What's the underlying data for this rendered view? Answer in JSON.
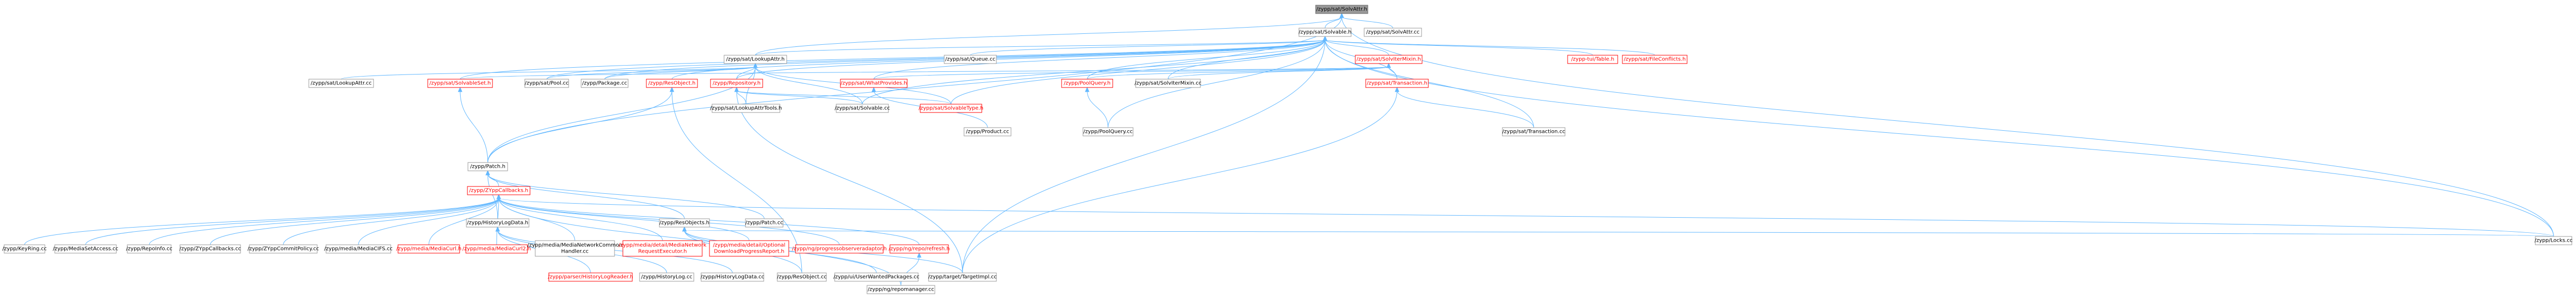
{
  "diagram": {
    "nodes": [
      {
        "id": "n_solvattr_h",
        "label": "/zypp/sat/SolvAttr.h",
        "style": "root",
        "interactable": false
      },
      {
        "id": "n_solvable_h",
        "label": "/zypp/sat/Solvable.h",
        "style": "plain"
      },
      {
        "id": "n_solvattr_cc",
        "label": "/zypp/sat/SolvAttr.cc",
        "style": "plain"
      },
      {
        "id": "n_patch_h",
        "label": "/zypp/Patch.h",
        "style": "plain"
      },
      {
        "id": "n_locks_cc",
        "label": "/zypp/Locks.cc",
        "style": "plain"
      },
      {
        "id": "n_lookupattr_h",
        "label": "/zypp/sat/LookupAttr.h",
        "style": "plain"
      },
      {
        "id": "n_queue_cc",
        "label": "/zypp/sat/Queue.cc",
        "style": "plain"
      },
      {
        "id": "n_solvitermixin_h",
        "label": "/zypp/sat/SolvIterMixin.h",
        "style": "red"
      },
      {
        "id": "n_tui_table",
        "label": "/zypp-tui/Table.h",
        "style": "red"
      },
      {
        "id": "n_fileconflicts",
        "label": "/zypp/sat/FileConflicts.h",
        "style": "red"
      },
      {
        "id": "n_lookupattr_cc",
        "label": "/zypp/sat/LookupAttr.cc",
        "style": "plain"
      },
      {
        "id": "n_solvableset_h",
        "label": "/zypp/sat/SolvableSet.h",
        "style": "red"
      },
      {
        "id": "n_pool_cc",
        "label": "/zypp/sat/Pool.cc",
        "style": "plain"
      },
      {
        "id": "n_package_cc",
        "label": "/zypp/Package.cc",
        "style": "plain"
      },
      {
        "id": "n_resobject_h",
        "label": "/zypp/ResObject.h",
        "style": "red"
      },
      {
        "id": "n_repository_h",
        "label": "/zypp/Repository.h",
        "style": "red"
      },
      {
        "id": "n_whatprovides_h",
        "label": "/zypp/sat/WhatProvides.h",
        "style": "red"
      },
      {
        "id": "n_poolquery_h",
        "label": "/zypp/PoolQuery.h",
        "style": "red"
      },
      {
        "id": "n_solvitermixin_cc",
        "label": "/zypp/sat/SolvIterMixin.cc",
        "style": "plain"
      },
      {
        "id": "n_transaction_h",
        "label": "/zypp/sat/Transaction.h",
        "style": "red"
      },
      {
        "id": "n_lookupattrtools_h",
        "label": "/zypp/sat/LookupAttrTools.h",
        "style": "plain"
      },
      {
        "id": "n_solvable_cc",
        "label": "/zypp/sat/Solvable.cc",
        "style": "plain"
      },
      {
        "id": "n_solvabletype_h",
        "label": "/zypp/sat/SolvableType.h",
        "style": "red"
      },
      {
        "id": "n_product_cc",
        "label": "/zypp/Product.cc",
        "style": "plain"
      },
      {
        "id": "n_poolquery_cc",
        "label": "/zypp/PoolQuery.cc",
        "style": "plain"
      },
      {
        "id": "n_transaction_cc",
        "label": "/zypp/sat/Transaction.cc",
        "style": "plain"
      },
      {
        "id": "n_zyppcallbacks_h",
        "label": "/zypp/ZYppCallbacks.h",
        "style": "red"
      },
      {
        "id": "n_historylogdata_h",
        "label": "/zypp/HistoryLogData.h",
        "style": "plain"
      },
      {
        "id": "n_resobjects_h",
        "label": "/zypp/ResObjects.h",
        "style": "plain"
      },
      {
        "id": "n_patch_cc",
        "label": "/zypp/Patch.cc",
        "style": "plain"
      },
      {
        "id": "n_keyring_cc",
        "label": "/zypp/KeyRing.cc",
        "style": "plain"
      },
      {
        "id": "n_mediasetaccess_cc",
        "label": "/zypp/MediaSetAccess.cc",
        "style": "plain"
      },
      {
        "id": "n_repoinfo_cc",
        "label": "/zypp/RepoInfo.cc",
        "style": "plain"
      },
      {
        "id": "n_zyppcallbacks_cc",
        "label": "/zypp/ZYppCallbacks.cc",
        "style": "plain"
      },
      {
        "id": "n_zyppcommitpolicy_cc",
        "label": "/zypp/ZYppCommitPolicy.cc",
        "style": "plain"
      },
      {
        "id": "n_mediacifs_cc",
        "label": "/zypp/media/MediaCIFS.cc",
        "style": "plain"
      },
      {
        "id": "n_mediacurl_h",
        "label": "/zypp/media/MediaCurl.h",
        "style": "red"
      },
      {
        "id": "n_mediacurl2_h",
        "label": "/zypp/media/MediaCurl2.h",
        "style": "red"
      },
      {
        "id": "n_medianetworkcommon_cc",
        "label": "/zypp/media/MediaNetworkCommon\nHandler.cc",
        "style": "plain"
      },
      {
        "id": "n_medianetworkrequest_h",
        "label": "/zypp/media/detail/MediaNetwork\nRequestExecutor.h",
        "style": "red"
      },
      {
        "id": "n_downloadprogress_h",
        "label": "/zypp/media/detail/Optional\nDownloadProgressReport.h",
        "style": "red"
      },
      {
        "id": "n_progressobserver_h",
        "label": "/zypp/ng/progressobserveradaptor.h",
        "style": "red"
      },
      {
        "id": "n_repohelper_h",
        "label": "/zypp/ng/repo/refresh.h",
        "style": "red"
      },
      {
        "id": "n_historylogreader_h",
        "label": "/zypp/parser/HistoryLogReader.h",
        "style": "red"
      },
      {
        "id": "n_historylog_cc",
        "label": "/zypp/HistoryLog.cc",
        "style": "plain"
      },
      {
        "id": "n_historylogdata_cc",
        "label": "/zypp/HistoryLogData.cc",
        "style": "plain"
      },
      {
        "id": "n_resobject_cc",
        "label": "/zypp/ResObject.cc",
        "style": "plain"
      },
      {
        "id": "n_userwanted_cc",
        "label": "/zypp/ui/UserWantedPackages.cc",
        "style": "plain"
      },
      {
        "id": "n_targetimpl_cc",
        "label": "/zypp/target/TargetImpl.cc",
        "style": "plain"
      },
      {
        "id": "n_repomanager_cc",
        "label": "/zypp/ng/repomanager.cc",
        "style": "plain"
      }
    ]
  }
}
